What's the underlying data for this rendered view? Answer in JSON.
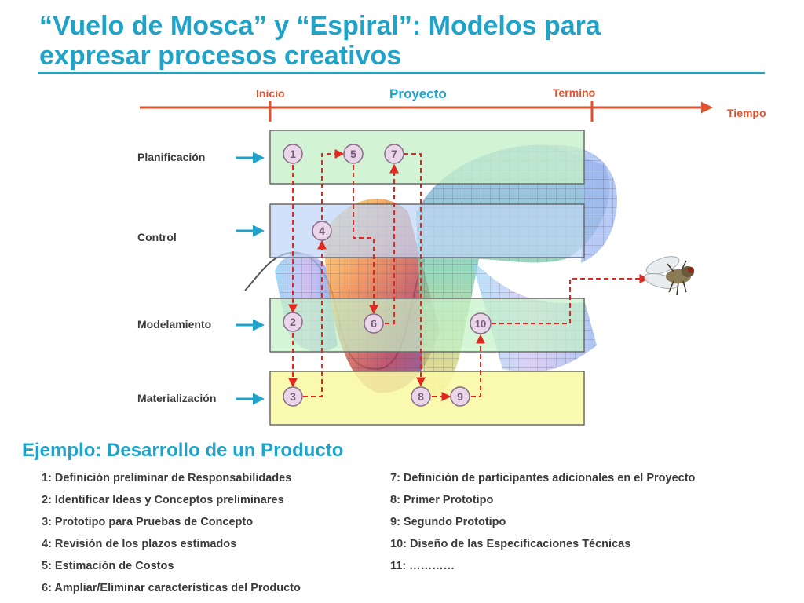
{
  "slide": {
    "title_line1": "“Vuelo de Mosca” y “Espiral”: Modelos para",
    "title_line2": "expresar procesos creativos"
  },
  "timeline": {
    "inicio": "Inicio",
    "proyecto": "Proyecto",
    "termino": "Termino",
    "tiempo": "Tiempo",
    "color": "#e0522e"
  },
  "phases": [
    {
      "label": "Planificación",
      "fill": "#c5f1c8"
    },
    {
      "label": "Control",
      "fill": "#bfd6f7"
    },
    {
      "label": "Modelamiento",
      "fill": "#c5f1c8"
    },
    {
      "label": "Materialización",
      "fill": "#f8f8a4"
    }
  ],
  "markers": [
    "1",
    "2",
    "3",
    "4",
    "5",
    "6",
    "7",
    "8",
    "9",
    "10"
  ],
  "colors": {
    "accent": "#1fa3c9",
    "path": "#e0281e",
    "marker_fill": "#e9d6e9",
    "marker_stroke": "#8a6a8a",
    "arrow": "#1fa3c9"
  },
  "example": {
    "title": "Ejemplo: Desarrollo de un Producto",
    "left": [
      "1: Definición preliminar de Responsabilidades",
      "2: Identificar Ideas y Conceptos preliminares",
      "3: Prototipo  para Pruebas de Concepto",
      "4: Revisión de los plazos estimados",
      "5: Estimación de Costos",
      "6: Ampliar/Eliminar características del Producto"
    ],
    "right": [
      "7: Definición de participantes adicionales en el Proyecto",
      "8: Primer Prototipo",
      "9: Segundo Prototipo",
      "10: Diseño de las Especificaciones Técnicas",
      "11: …………"
    ]
  }
}
